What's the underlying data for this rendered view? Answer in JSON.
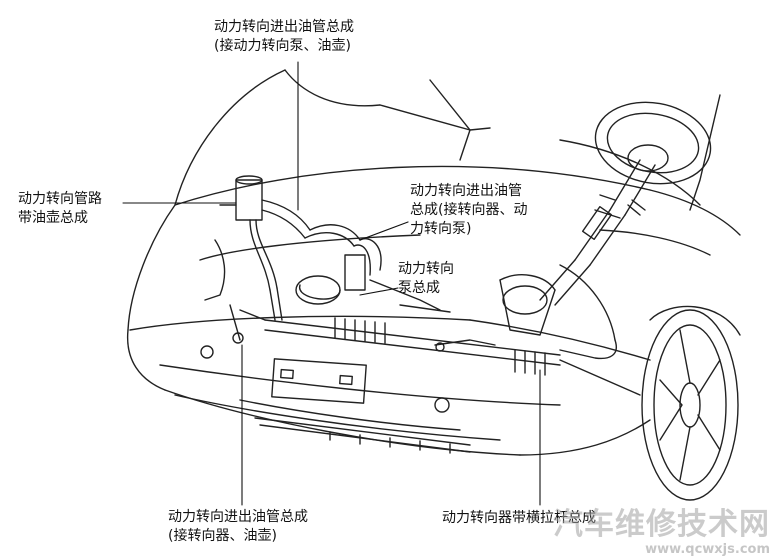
{
  "labels": {
    "top": [
      "动力转向进出油管总成",
      "(接动力转向泵、油壶)"
    ],
    "left": [
      "动力转向管路",
      "带油壶总成"
    ],
    "mid": [
      "动力转向进出油管",
      "总成(接转向器、动",
      "力转向泵)"
    ],
    "pump": [
      "动力转向",
      "泵总成"
    ],
    "bottom_left": [
      "动力转向进出油管总成",
      "(接转向器、油壶)"
    ],
    "bottom_right": [
      "动力转向器带横拉杆总成"
    ]
  },
  "watermark": {
    "text": "汽车维修技术网",
    "url": "www.qcwxjs.com"
  },
  "colors": {
    "line": "#222222",
    "text": "#111111",
    "background": "#ffffff"
  }
}
